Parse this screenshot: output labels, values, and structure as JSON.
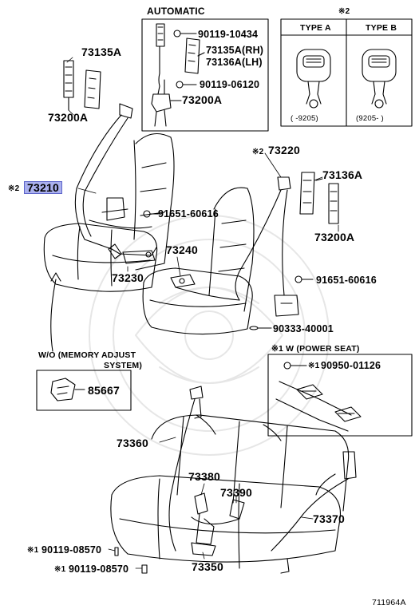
{
  "automatic": {
    "title": "AUTOMATIC",
    "parts": [
      "90119-10434",
      "73135A(RH)",
      "73136A(LH)",
      "90119-06120",
      "73200A"
    ]
  },
  "type_panel": {
    "mark": "※2",
    "type_a": "TYPE A",
    "type_b": "TYPE B",
    "range_a": "(     -9205)",
    "range_b": "(9205-      )"
  },
  "left_parts": {
    "p73135A": "73135A",
    "p73200A": "73200A",
    "mark_73210": "※2",
    "p73210": "73210",
    "p91651": "91651-60616",
    "p73230": "73230"
  },
  "right_parts": {
    "mark_73220": "※2",
    "p73220": "73220",
    "p73136A": "73136A",
    "p73200A": "73200A",
    "p73240": "73240",
    "p91651": "91651-60616",
    "p90333": "90333-40001"
  },
  "memory": {
    "line1": "W/O (MEMORY ADJUST",
    "line2": "SYSTEM)",
    "part": "85667"
  },
  "power_seat": {
    "title": "※1 W (POWER SEAT)",
    "part_mark": "※1",
    "part": "90950-01126"
  },
  "rear_parts": {
    "p73360": "73360",
    "p73380": "73380",
    "p73390": "73390",
    "p73370": "73370",
    "p73350": "73350",
    "mark1": "※1",
    "b1": "90119-08570",
    "mark2": "※1",
    "b2": "90119-08570"
  },
  "diagram_id": "711964A"
}
